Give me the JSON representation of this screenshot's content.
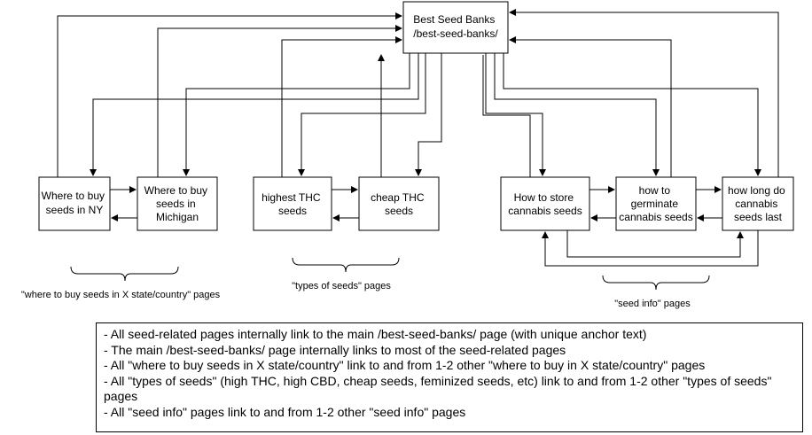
{
  "diagram": {
    "nodes": {
      "hub": [
        "Best Seed Banks",
        "/best-seed-banks/"
      ],
      "ny": [
        "Where to buy",
        "seeds in NY"
      ],
      "michigan": [
        "Where to buy",
        "seeds in",
        "Michigan"
      ],
      "highest_thc": [
        "highest THC",
        "seeds"
      ],
      "cheap_thc": [
        "cheap THC",
        "seeds"
      ],
      "store": [
        "How to store",
        "cannabis seeds"
      ],
      "germinate": [
        "how to",
        "germinate",
        "cannabis seeds"
      ],
      "last": [
        "how long do",
        "cannabis",
        "seeds last"
      ]
    },
    "group_labels": {
      "where_to_buy": "\"where to buy seeds in X state/country\" pages",
      "types": "\"types of seeds\" pages",
      "seed_info": "\"seed info\" pages"
    }
  },
  "notes": [
    "- All seed-related pages internally link to the main /best-seed-banks/ page (with unique anchor text)",
    "- The main /best-seed-banks/ page internally links to most of the seed-related pages",
    "- All \"where to buy seeds in X state/country\" link to and from 1-2 other \"where to buy in X state/country\" pages",
    "- All \"types of seeds\" (high THC, high CBD, cheap seeds, feminized seeds, etc) link to and from 1-2 other \"types of seeds\" pages",
    "- All \"seed info\" pages link to and from 1-2 other \"seed info\" pages"
  ]
}
